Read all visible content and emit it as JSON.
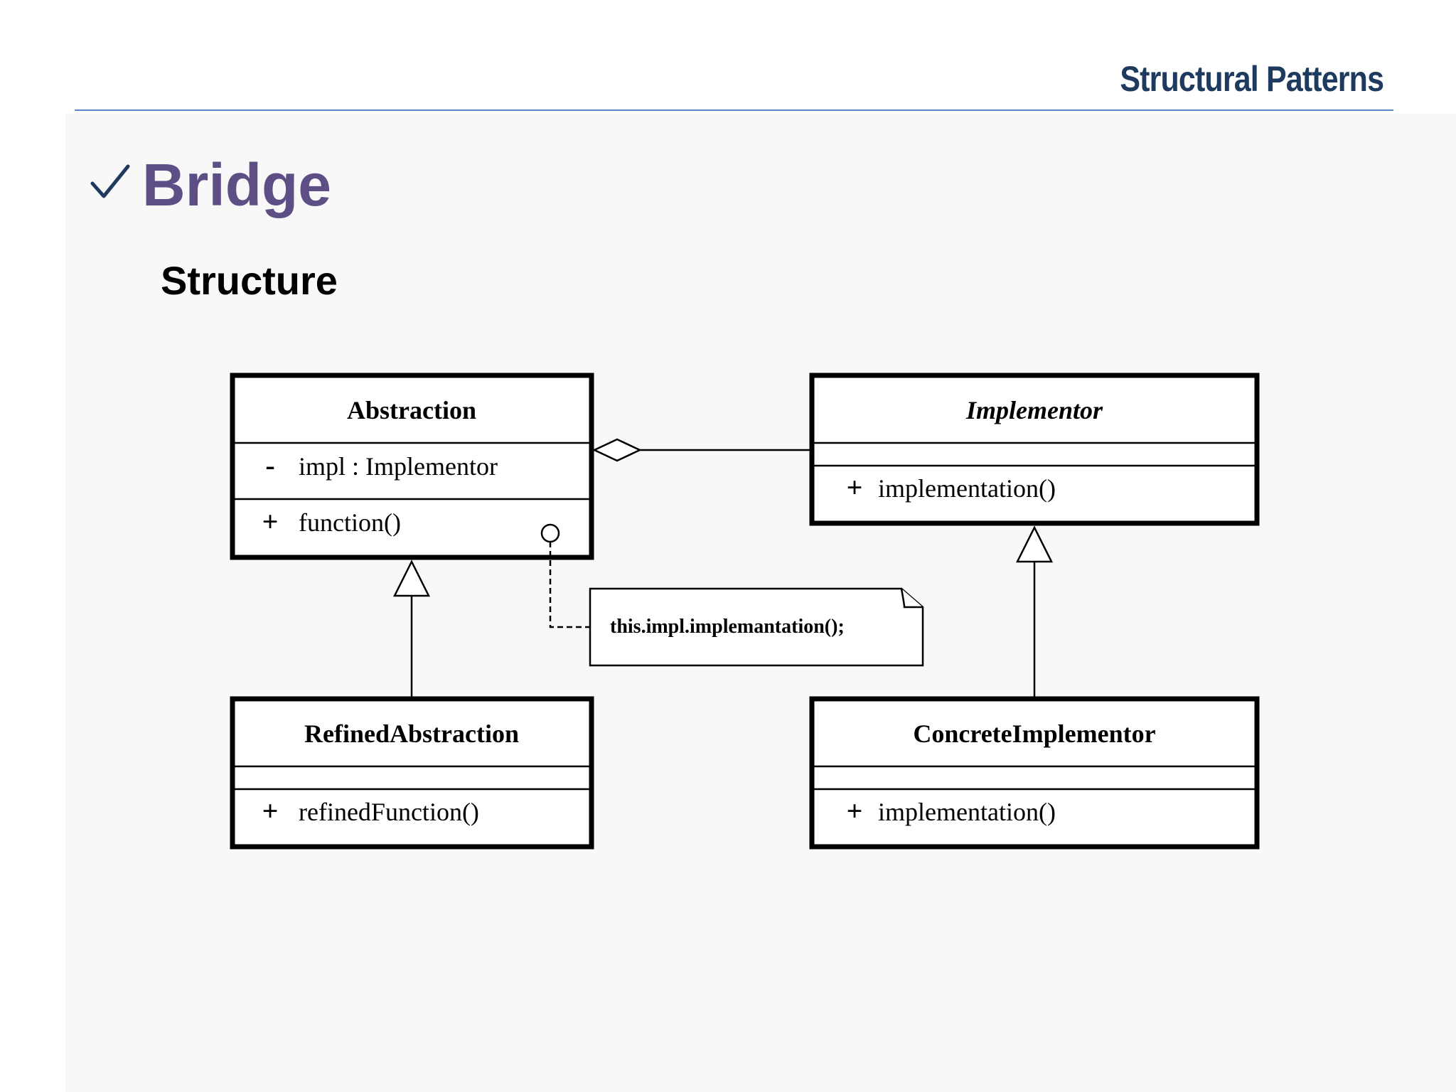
{
  "header": {
    "title": "Structural Patterns"
  },
  "slide": {
    "check_icon": "checkmark-icon",
    "title": "Bridge",
    "section": "Structure"
  },
  "diagram": {
    "classes": {
      "abstraction": {
        "name": "Abstraction",
        "attributes": [
          {
            "visibility": "-",
            "text": "impl : Implementor"
          }
        ],
        "operations": [
          {
            "visibility": "+",
            "text": "function()"
          }
        ]
      },
      "implementor": {
        "name": "Implementor",
        "italic": true,
        "attributes": [],
        "operations": [
          {
            "visibility": "+",
            "text": "implementation()"
          }
        ]
      },
      "refined_abstraction": {
        "name": "RefinedAbstraction",
        "attributes": [],
        "operations": [
          {
            "visibility": "+",
            "text": "refinedFunction()"
          }
        ]
      },
      "concrete_implementor": {
        "name": "ConcreteImplementor",
        "attributes": [],
        "operations": [
          {
            "visibility": "+",
            "text": "implementation()"
          }
        ]
      }
    },
    "note": {
      "text": "this.impl.implemantation();"
    },
    "relations": [
      {
        "type": "aggregation",
        "from": "Abstraction",
        "to": "Implementor"
      },
      {
        "type": "generalization",
        "from": "RefinedAbstraction",
        "to": "Abstraction"
      },
      {
        "type": "generalization",
        "from": "ConcreteImplementor",
        "to": "Implementor"
      },
      {
        "type": "note-anchor",
        "from": "note",
        "to": "function()"
      }
    ]
  }
}
